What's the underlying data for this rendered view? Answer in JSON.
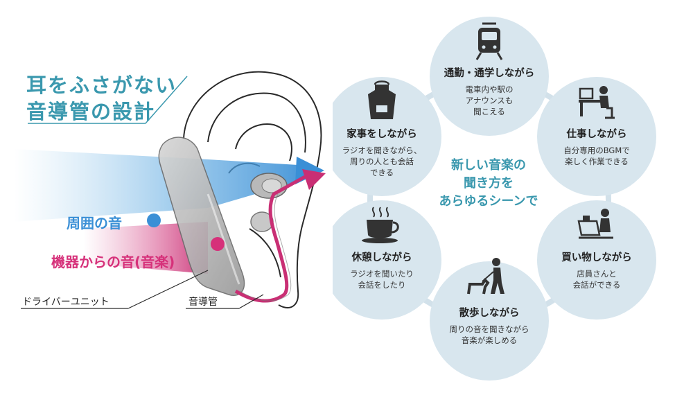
{
  "left": {
    "title_line1": "耳をふさがない",
    "title_line2": "音導管の設計",
    "ambient_label": "周囲の音",
    "device_label": "機器からの音(音楽)",
    "driver_label": "ドライバーユニット",
    "tube_label": "音導管",
    "colors": {
      "ambient": "#3a8fd6",
      "device": "#d6317a",
      "title": "#3a98ae"
    }
  },
  "center": {
    "lines": [
      "新しい音楽の",
      "聞き方を",
      "あらゆるシーンで"
    ]
  },
  "scenes": [
    {
      "icon": "train-icon",
      "name": "通勤・通学しながら",
      "desc": [
        "電車内や駅の",
        "アナウンスも",
        "聞こえる"
      ]
    },
    {
      "icon": "desk-work-icon",
      "name": "仕事しながら",
      "desc": [
        "自分専用のBGMで",
        "楽しく作業できる"
      ]
    },
    {
      "icon": "shopping-icon",
      "name": "買い物しながら",
      "desc": [
        "店員さんと",
        "会話ができる"
      ]
    },
    {
      "icon": "dog-walk-icon",
      "name": "散歩しながら",
      "desc": [
        "周りの音を聞きながら",
        "音楽が楽しめる"
      ]
    },
    {
      "icon": "coffee-cup-icon",
      "name": "休憩しながら",
      "desc": [
        "ラジオを聞いたり",
        "会話をしたり"
      ]
    },
    {
      "icon": "apron-icon",
      "name": "家事をしながら",
      "desc": [
        "ラジオを聞きながら、",
        "周りの人とも会話",
        "できる"
      ]
    }
  ]
}
